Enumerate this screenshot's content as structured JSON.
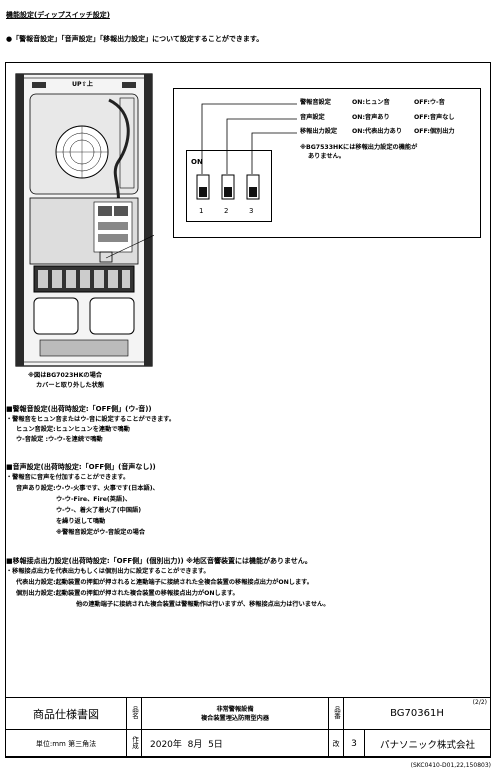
{
  "title": "機能設定(ディップスイッチ設定)",
  "intro": "●「警報音設定」「音声設定」「移報出力設定」について設定することができます。",
  "figure": {
    "up_label": "UP⇧上",
    "caption_lines": [
      "※図はBG7023HKの場合",
      "カバーと取り外した状態"
    ]
  },
  "dip": {
    "on_label": "ON",
    "switch_numbers": [
      "1",
      "2",
      "3"
    ],
    "rows": [
      {
        "name": "警報音設定",
        "on": "ON:ヒュン音",
        "off": "OFF:ウ-音"
      },
      {
        "name": "音声設定",
        "on": "ON:音声あり",
        "off": "OFF:音声なし"
      },
      {
        "name": "移報出力設定",
        "on": "ON:代表出力あり",
        "off": "OFF:個別出力"
      }
    ],
    "note_lines": [
      "※BG7533HKには移報出力設定の機能が",
      "ありません。"
    ]
  },
  "sections": [
    {
      "heading": "■警報音設定(出荷時設定:「OFF側」(ウ-音))",
      "lines": [
        "・警報音をヒュン音またはウ-音に設定することができます。",
        "ヒュン音設定:ヒュンヒュンを連動で鳴動",
        "ウ-音設定 :ウ-ウ-を連続で鳴動"
      ]
    },
    {
      "heading": "■音声設定(出荷時設定:「OFF側」(音声なし))",
      "lines": [
        "・警報音に音声を付加することができます。",
        "音声あり設定:ウ-ウ-火事です、火事です(日本語)、",
        "ウ-ウ-Fire、Fire(英語)、",
        "ウ-ウ-、着火了着火了(中国語)",
        "を繰り返して鳴動",
        "※警報音設定がウ-音設定の場合"
      ]
    },
    {
      "heading": "■移報接点出力設定(出荷時設定:「OFF側」(個別出力)) ※地区音響装置には機能がありません。",
      "lines": [
        "・移報接点出力を代表出力もしくは個別出力に設定することができます。",
        "代表出力設定:起動装置の押釦が押されると連動端子に接続された全複合装置の移報接点出力がONします。",
        "個別出力設定:起動装置の押釦が押された複合装置の移報接点出力がONします。",
        "他の連動端子に接続された複合装置は警報動作は行いますが、移報接点出力は行いません。"
      ]
    }
  ],
  "title_block": {
    "doc_type": "商品仕様書図",
    "name_label": "品名",
    "name_lines": [
      "非常警報設備",
      "複合装置埋込防雨型内器"
    ],
    "number_label": "品番",
    "product_number": "BG70361H",
    "page": "(2/2)",
    "unit": "単位:mm 第三角法",
    "created_label": "作成",
    "date": "2020年  8月  5日",
    "rev_label": "改",
    "rev": "3",
    "company": "パナソニック株式会社",
    "doc_code": "(SKC0410-D01,22,150803)"
  }
}
